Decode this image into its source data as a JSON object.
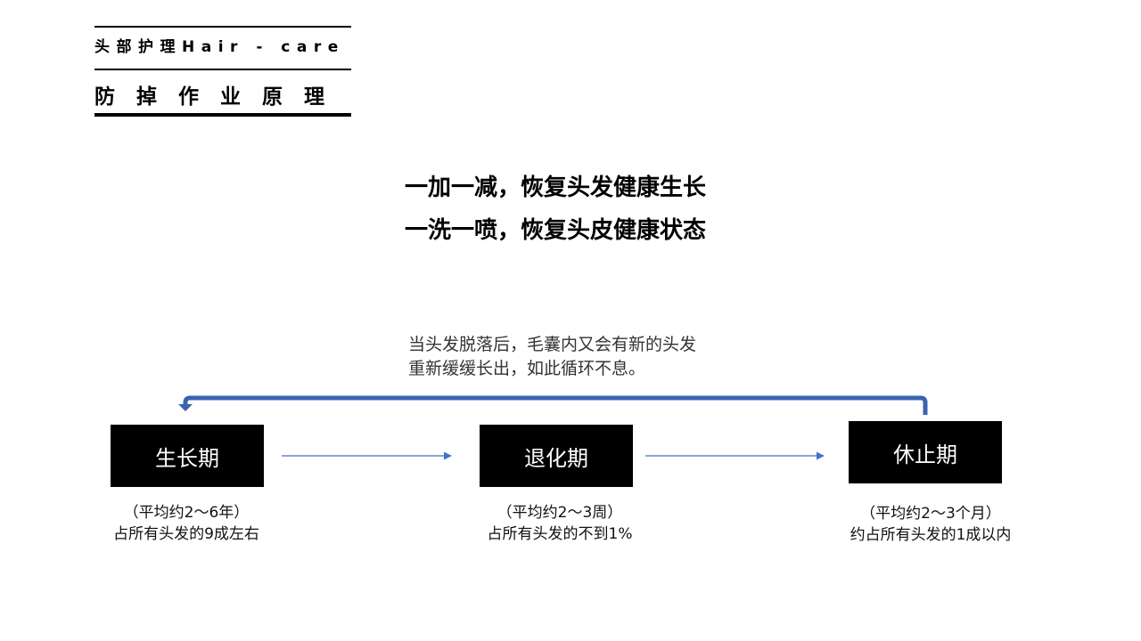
{
  "header": {
    "category": "头部护理Hair - care",
    "title": "防掉作业原理"
  },
  "headlines": [
    "一加一减，恢复头发健康生长",
    "一洗一喷，恢复头皮健康状态"
  ],
  "note": "当头发脱落后，毛囊内又会有新的头发重新缓缓长出，如此循环不息。",
  "stages": [
    {
      "name": "生长期",
      "caption_line1": "（平均约2～6年）",
      "caption_line2": "占所有头发的9成左右"
    },
    {
      "name": "退化期",
      "caption_line1": "（平均约2～3周）",
      "caption_line2": "占所有头发的不到1%"
    },
    {
      "name": "休止期",
      "caption_line1": "（平均约2～3个月）",
      "caption_line2": "约占所有头发的1成以内"
    }
  ],
  "colors": {
    "arrow": "#4472C4",
    "box": "#000000"
  }
}
